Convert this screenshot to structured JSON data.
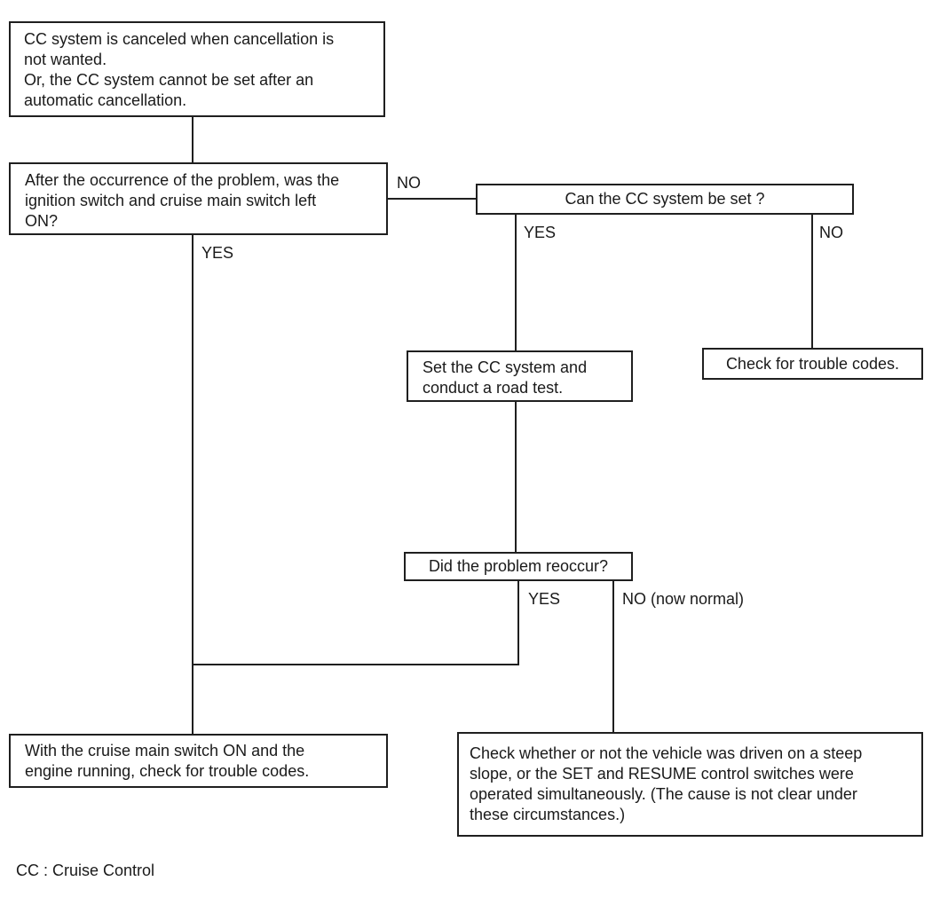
{
  "diagram": {
    "title_context": "CC system troubleshooting flowchart",
    "nodes": {
      "symptom": "CC system is canceled when cancellation is\nnot wanted.\nOr, the CC system cannot be set after an\nautomatic cancellation.",
      "question_switch_left_on": "After the occurrence of the problem, was the\nignition switch and cruise main switch left\nON?",
      "question_can_set": "Can the CC system be set ?",
      "road_test": "Set the CC system and\nconduct a road test.",
      "check_trouble_codes": "Check for trouble codes.",
      "question_reoccur": "Did the problem reoccur?",
      "check_codes_engine_running": "With the cruise main switch ON and the\nengine running, check for trouble codes.",
      "check_steep_slope": "Check whether or not the vehicle was driven on a steep\nslope, or the SET and RESUME control switches were\noperated simultaneously. (The cause is not clear under\nthese circumstances.)"
    },
    "edge_labels": {
      "q_switch_no": "NO",
      "q_switch_yes": "YES",
      "can_set_yes": "YES",
      "can_set_no": "NO",
      "reoccur_yes": "YES",
      "reoccur_no": "NO (now normal)"
    },
    "footnote": "CC : Cruise Control",
    "colors": {
      "background": "#ffffff",
      "line": "#1f1f1f",
      "text": "#1a1a1a"
    }
  }
}
